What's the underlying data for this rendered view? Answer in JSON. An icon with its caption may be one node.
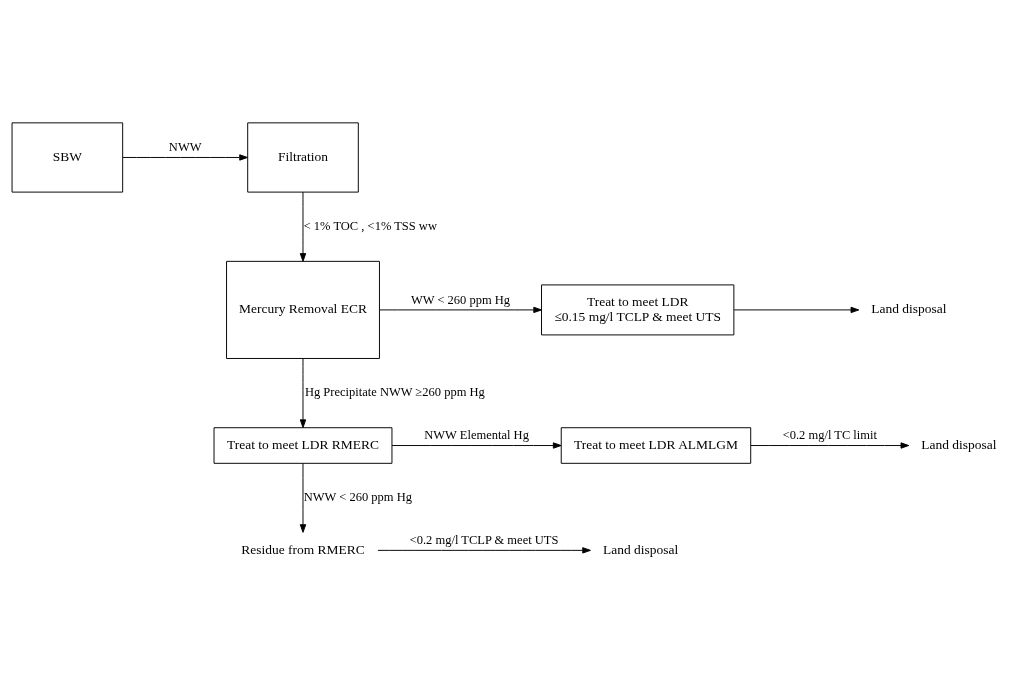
{
  "diagram": {
    "nodes": [
      {
        "text": [
          "SBW"
        ]
      },
      {
        "text": [
          "Filtration"
        ]
      },
      {
        "text": [
          "Mercury Removal ECR"
        ]
      },
      {
        "text": [
          "Treat to meet LDR",
          "≤0.15 mg/l TCLP & meet UTS"
        ]
      },
      {
        "text": [
          "Land disposal"
        ]
      },
      {
        "text": [
          "Treat to meet LDR RMERC"
        ]
      },
      {
        "text": [
          "Treat to meet LDR ALMLGM"
        ]
      },
      {
        "text": [
          "Land disposal"
        ]
      },
      {
        "text": [
          "Residue from RMERC"
        ]
      },
      {
        "text": [
          "Land disposal"
        ]
      }
    ],
    "edges": [
      {
        "from": 0,
        "to": 1,
        "arrow": "to",
        "label": "NWW"
      },
      {
        "from": 1,
        "to": 2,
        "arrow": "to",
        "label": "< 1% TOC , <1% TSS ww"
      },
      {
        "from": 2,
        "to": 3,
        "arrow": "to",
        "label": "WW < 260 ppm Hg"
      },
      {
        "from": 3,
        "to": 4,
        "arrow": "to"
      },
      {
        "from": 2,
        "to": 5,
        "arrow": "to",
        "label": "Hg Precipitate NWW ≥260 ppm Hg"
      },
      {
        "from": 5,
        "to": 6,
        "arrow": "to",
        "label": "NWW Elemental Hg"
      },
      {
        "from": 6,
        "to": 7,
        "arrow": "to",
        "label": "<0.2 mg/l TC limit"
      },
      {
        "from": 5,
        "to": 8,
        "arrow": "to",
        "label": "NWW < 260 ppm Hg"
      },
      {
        "from": 8,
        "to": 9,
        "arrow": "to",
        "label": "<0.2 mg/l TCLP & meet UTS"
      }
    ]
  }
}
